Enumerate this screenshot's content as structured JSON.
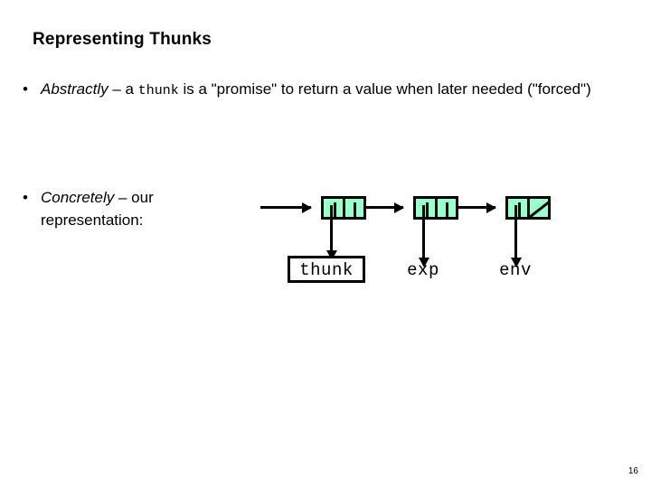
{
  "slide": {
    "title": "Representing Thunks",
    "page_number": "16",
    "bullets": [
      {
        "marker": "•",
        "lead_italic": "Abstractly",
        "dash": " – a ",
        "mono_term": "thunk",
        "tail": " is a \"promise\" to return a value when later needed (\"forced\")"
      },
      {
        "marker": "•",
        "lead_italic": "Concretely",
        "dash": " – our",
        "mono_term": "",
        "tail": " representation:"
      }
    ]
  },
  "diagram": {
    "type": "cons-cell-linked-list",
    "cell_fill_color": "#99ffcc",
    "stroke_color": "#000000",
    "cells": [
      {
        "id": "cell-1",
        "car_label": "thunk",
        "cdr": "next"
      },
      {
        "id": "cell-2",
        "car_label": "exp",
        "cdr": "next"
      },
      {
        "id": "cell-3",
        "car_label": "env",
        "cdr": "nil"
      }
    ],
    "labels": {
      "thunk": "thunk",
      "exp": "exp",
      "env": "env"
    }
  }
}
